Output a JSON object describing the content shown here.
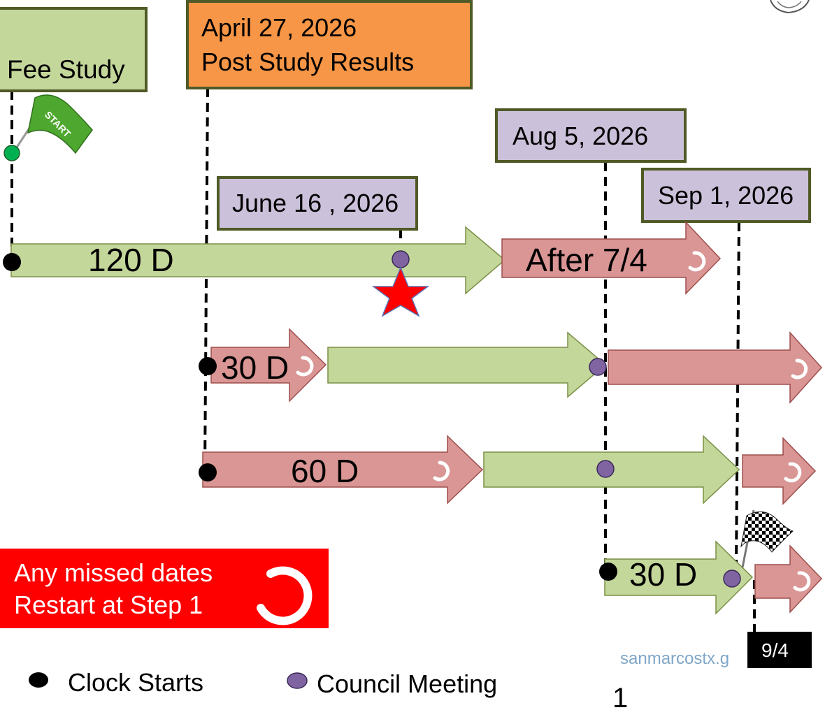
{
  "callouts": {
    "fee_study": "Fee Study",
    "post_results_date": "April 27, 2026",
    "post_results_text": "Post Study Results",
    "aug": "Aug 5, 2026",
    "june": "June 16 , 2026",
    "sep": "Sep 1, 2026"
  },
  "arrows": {
    "row1_duration": "120 D",
    "row1_after": "After 7/4",
    "row2_duration": "30 D",
    "row3_duration": "60 D",
    "row4_duration": "30 D"
  },
  "start_flag": {
    "text": "START"
  },
  "restart_box": {
    "line1": "Any missed dates",
    "line2": "Restart at Step 1"
  },
  "legend": {
    "clock_starts": "Clock Starts",
    "council_meeting": "Council Meeting"
  },
  "footer": {
    "url": "sanmarcostx.g",
    "date_tag": "9/4",
    "page_number": "1"
  },
  "colors": {
    "green_fill": "#c4d79b",
    "red_fill": "#d99694",
    "orange_fill": "#f79646",
    "lavender_fill": "#ccc1da",
    "box_border": "#4f5a26",
    "council_dot": "#8064a2",
    "start_dot": "#00b050",
    "restart_red": "#ff0000"
  }
}
